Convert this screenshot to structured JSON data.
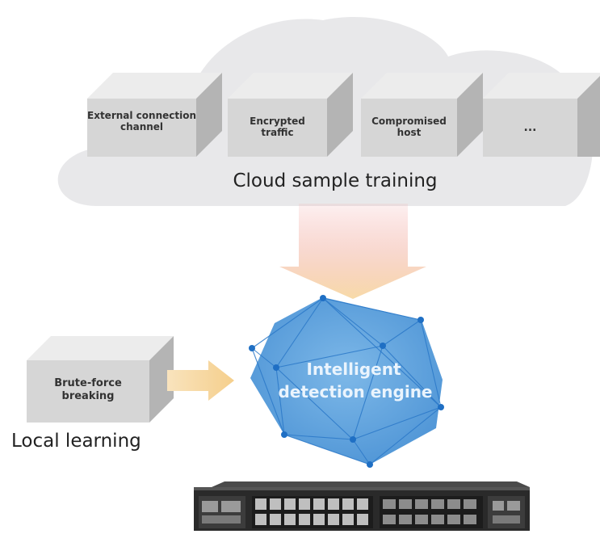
{
  "cloud": {
    "caption": "Cloud sample training",
    "boxes": [
      {
        "label": "External connection channel"
      },
      {
        "label": "Encrypted traffic"
      },
      {
        "label": "Compromised host"
      },
      {
        "label": "..."
      }
    ]
  },
  "local": {
    "box_label": "Brute-force breaking",
    "caption": "Local learning"
  },
  "engine": {
    "line1": "Intelligent",
    "line2": "detection engine"
  },
  "colors": {
    "cloud": "#e8e8ea",
    "box_front": "#d6d6d6",
    "box_top": "#ececec",
    "box_side": "#b4b4b4",
    "engine_fill": "#5aa0dc",
    "node": "#1f6fc4",
    "arrow_orange": "#f7d8a3",
    "arrow_red": "#f2a0a0",
    "device": "#2a2a2a"
  }
}
